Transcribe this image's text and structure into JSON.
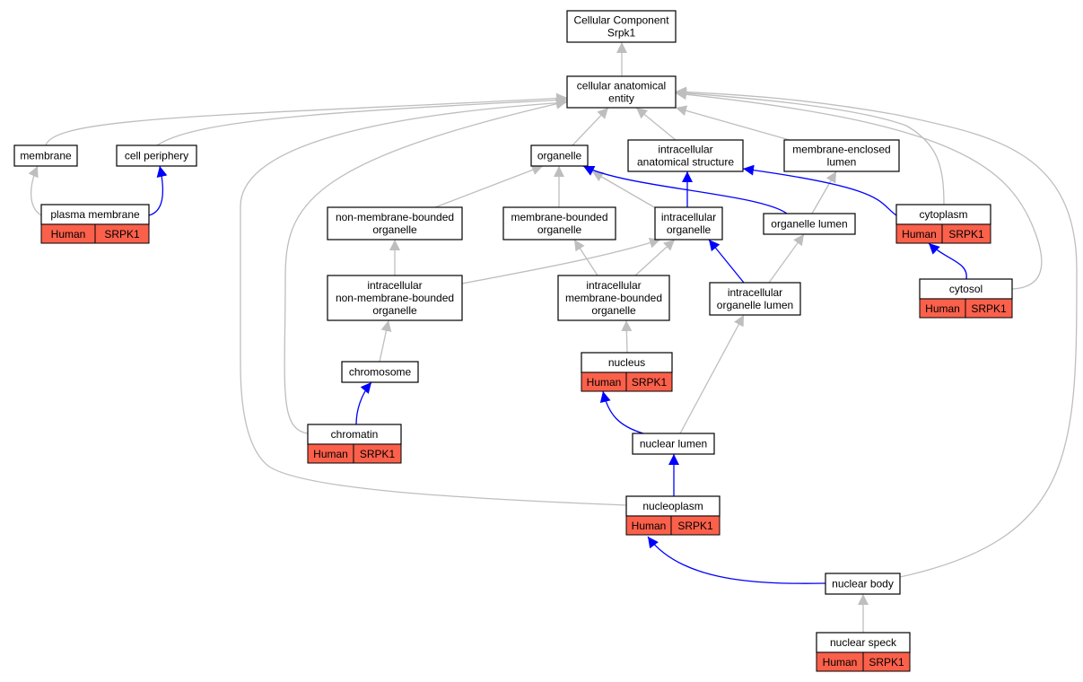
{
  "colors": {
    "edge_gray": "#bebebe",
    "edge_blue": "#0000ff",
    "annotation_fill": "#fb604b",
    "node_border": "#000000",
    "node_fill": "#ffffff"
  },
  "nodes": [
    {
      "id": "root",
      "lines": [
        "Cellular Component",
        "Srpk1"
      ]
    },
    {
      "id": "cae",
      "lines": [
        "cellular anatomical",
        "entity"
      ]
    },
    {
      "id": "membrane",
      "lines": [
        "membrane"
      ]
    },
    {
      "id": "cell_periphery",
      "lines": [
        "cell periphery"
      ]
    },
    {
      "id": "organelle",
      "lines": [
        "organelle"
      ]
    },
    {
      "id": "ias",
      "lines": [
        "intracellular",
        "anatomical structure"
      ]
    },
    {
      "id": "mel",
      "lines": [
        "membrane-enclosed",
        "lumen"
      ]
    },
    {
      "id": "plasma_membrane",
      "lines": [
        "plasma membrane"
      ],
      "annotation": [
        "Human",
        "SRPK1"
      ]
    },
    {
      "id": "nmbo",
      "lines": [
        "non-membrane-bounded",
        "organelle"
      ]
    },
    {
      "id": "mbo",
      "lines": [
        "membrane-bounded",
        "organelle"
      ]
    },
    {
      "id": "io",
      "lines": [
        "intracellular",
        "organelle"
      ]
    },
    {
      "id": "organelle_lumen",
      "lines": [
        "organelle lumen"
      ]
    },
    {
      "id": "cytoplasm",
      "lines": [
        "cytoplasm"
      ],
      "annotation": [
        "Human",
        "SRPK1"
      ]
    },
    {
      "id": "inmbo",
      "lines": [
        "intracellular",
        "non-membrane-bounded",
        "organelle"
      ]
    },
    {
      "id": "imbo",
      "lines": [
        "intracellular",
        "membrane-bounded",
        "organelle"
      ]
    },
    {
      "id": "iol",
      "lines": [
        "intracellular",
        "organelle lumen"
      ]
    },
    {
      "id": "cytosol",
      "lines": [
        "cytosol"
      ],
      "annotation": [
        "Human",
        "SRPK1"
      ]
    },
    {
      "id": "chromosome",
      "lines": [
        "chromosome"
      ]
    },
    {
      "id": "nucleus",
      "lines": [
        "nucleus"
      ],
      "annotation": [
        "Human",
        "SRPK1"
      ]
    },
    {
      "id": "chromatin",
      "lines": [
        "chromatin"
      ],
      "annotation": [
        "Human",
        "SRPK1"
      ]
    },
    {
      "id": "nuclear_lumen",
      "lines": [
        "nuclear lumen"
      ]
    },
    {
      "id": "nucleoplasm",
      "lines": [
        "nucleoplasm"
      ],
      "annotation": [
        "Human",
        "SRPK1"
      ]
    },
    {
      "id": "nuclear_body",
      "lines": [
        "nuclear body"
      ]
    },
    {
      "id": "nuclear_speck",
      "lines": [
        "nuclear speck"
      ],
      "annotation": [
        "Human",
        "SRPK1"
      ]
    }
  ],
  "edges": [
    {
      "from": "cae",
      "to": "root",
      "type": "is_a"
    },
    {
      "from": "membrane",
      "to": "cae",
      "type": "is_a"
    },
    {
      "from": "cell_periphery",
      "to": "cae",
      "type": "is_a"
    },
    {
      "from": "organelle",
      "to": "cae",
      "type": "is_a"
    },
    {
      "from": "ias",
      "to": "cae",
      "type": "is_a"
    },
    {
      "from": "mel",
      "to": "cae",
      "type": "is_a"
    },
    {
      "from": "plasma_membrane",
      "to": "membrane",
      "type": "is_a"
    },
    {
      "from": "plasma_membrane",
      "to": "cell_periphery",
      "type": "part_of"
    },
    {
      "from": "nmbo",
      "to": "organelle",
      "type": "is_a"
    },
    {
      "from": "mbo",
      "to": "organelle",
      "type": "is_a"
    },
    {
      "from": "io",
      "to": "organelle",
      "type": "is_a"
    },
    {
      "from": "io",
      "to": "ias",
      "type": "part_of"
    },
    {
      "from": "organelle_lumen",
      "to": "organelle",
      "type": "part_of"
    },
    {
      "from": "organelle_lumen",
      "to": "mel",
      "type": "is_a"
    },
    {
      "from": "cytoplasm",
      "to": "ias",
      "type": "part_of"
    },
    {
      "from": "cytoplasm",
      "to": "cae",
      "type": "is_a"
    },
    {
      "from": "inmbo",
      "to": "nmbo",
      "type": "is_a"
    },
    {
      "from": "inmbo",
      "to": "io",
      "type": "is_a"
    },
    {
      "from": "imbo",
      "to": "mbo",
      "type": "is_a"
    },
    {
      "from": "imbo",
      "to": "io",
      "type": "is_a"
    },
    {
      "from": "iol",
      "to": "io",
      "type": "part_of"
    },
    {
      "from": "iol",
      "to": "organelle_lumen",
      "type": "is_a"
    },
    {
      "from": "cytosol",
      "to": "cytoplasm",
      "type": "part_of"
    },
    {
      "from": "cytosol",
      "to": "cae",
      "type": "is_a"
    },
    {
      "from": "chromosome",
      "to": "inmbo",
      "type": "is_a"
    },
    {
      "from": "nucleus",
      "to": "imbo",
      "type": "is_a"
    },
    {
      "from": "chromatin",
      "to": "chromosome",
      "type": "part_of"
    },
    {
      "from": "chromatin",
      "to": "cae",
      "type": "is_a"
    },
    {
      "from": "nuclear_lumen",
      "to": "nucleus",
      "type": "part_of"
    },
    {
      "from": "nuclear_lumen",
      "to": "iol",
      "type": "is_a"
    },
    {
      "from": "nucleoplasm",
      "to": "nuclear_lumen",
      "type": "part_of"
    },
    {
      "from": "nucleoplasm",
      "to": "cae",
      "type": "is_a"
    },
    {
      "from": "nuclear_body",
      "to": "nucleoplasm",
      "type": "part_of"
    },
    {
      "from": "nuclear_body",
      "to": "cae",
      "type": "is_a"
    },
    {
      "from": "nuclear_speck",
      "to": "nuclear_body",
      "type": "is_a"
    }
  ]
}
